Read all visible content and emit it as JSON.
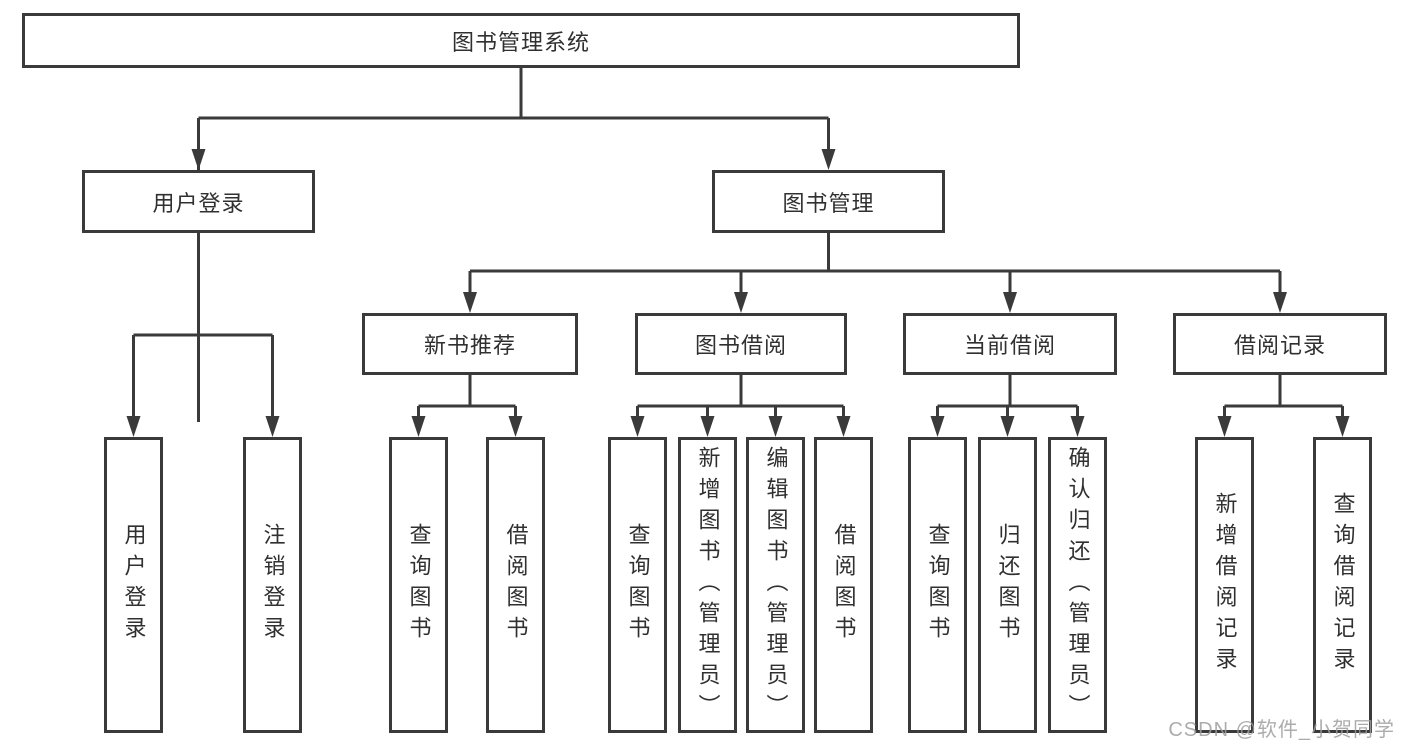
{
  "tree": {
    "label": "图书管理系统",
    "children": [
      {
        "label": "用户登录",
        "children": [
          {
            "label": "用户登录"
          },
          {
            "label": "注销登录"
          }
        ]
      },
      {
        "label": "图书管理",
        "children": [
          {
            "label": "新书推荐",
            "children": [
              {
                "label": "查询图书"
              },
              {
                "label": "借阅图书"
              }
            ]
          },
          {
            "label": "图书借阅",
            "children": [
              {
                "label": "查询图书"
              },
              {
                "label": "新增图书（管理员）"
              },
              {
                "label": "编辑图书（管理员）"
              },
              {
                "label": "借阅图书"
              }
            ]
          },
          {
            "label": "当前借阅",
            "children": [
              {
                "label": "查询图书"
              },
              {
                "label": "归还图书"
              },
              {
                "label": "确认归还（管理员）"
              }
            ]
          },
          {
            "label": "借阅记录",
            "children": [
              {
                "label": "新增借阅记录"
              },
              {
                "label": "查询借阅记录"
              }
            ]
          }
        ]
      }
    ]
  },
  "watermark": {
    "text": "CSDN @软件_小贺同学"
  },
  "colors": {
    "line": "#3a3a3a",
    "text": "#303030",
    "background": "#ffffff",
    "watermark": "#9e9e9e"
  }
}
